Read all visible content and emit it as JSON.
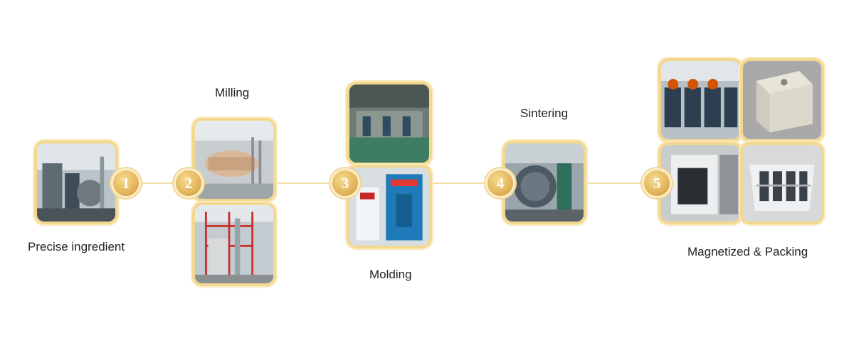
{
  "steps": [
    {
      "number": "1",
      "label": "Precise ingredient"
    },
    {
      "number": "2",
      "label": "Milling"
    },
    {
      "number": "3",
      "label": "Molding"
    },
    {
      "number": "4",
      "label": "Sintering"
    },
    {
      "number": "5",
      "label": "Magnetized & Packing"
    }
  ],
  "colors": {
    "gold": "#e3b45a",
    "frame": "#f3d98f",
    "connector": "#f3dfa6"
  }
}
